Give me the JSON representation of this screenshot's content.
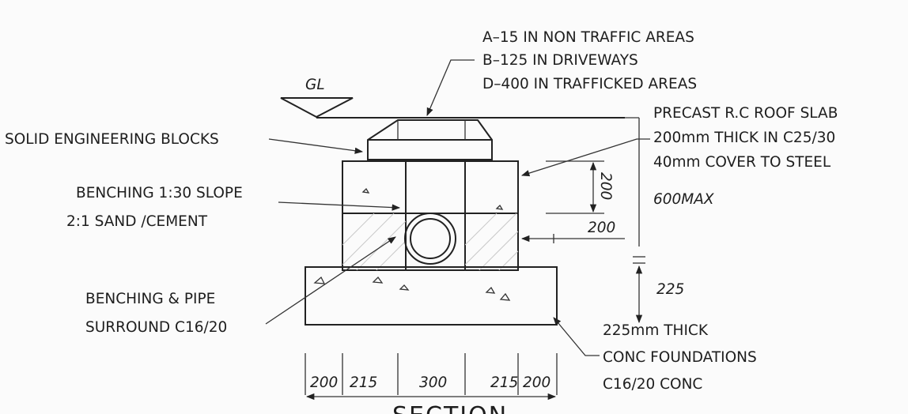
{
  "labels": {
    "ground_level": "GL",
    "cover_a": "A–15 IN NON TRAFFIC AREAS",
    "cover_b": "B–125 IN DRIVEWAYS",
    "cover_d": "D–400 IN TRAFFICKED AREAS",
    "roof_slab_1": "PRECAST R.C ROOF SLAB",
    "roof_slab_2": "200mm THICK IN C25/30",
    "roof_slab_3": "40mm COVER TO STEEL",
    "max_depth": "600MAX",
    "solid_blocks": "SOLID ENGINEERING BLOCKS",
    "benching_1": "BENCHING 1:30 SLOPE",
    "benching_2": "2:1 SAND /CEMENT",
    "surround_1": "BENCHING & PIPE",
    "surround_2": "SURROUND C16/20",
    "foundation_1": "225mm THICK",
    "foundation_2": "CONC FOUNDATIONS",
    "foundation_3": "C16/20 CONC",
    "section_title": "SECTION"
  },
  "dimensions": {
    "wall_height": "200",
    "wall_thickness": "200",
    "foundation_depth": "225",
    "widths": [
      "200",
      "215",
      "300",
      "215",
      "200"
    ]
  }
}
